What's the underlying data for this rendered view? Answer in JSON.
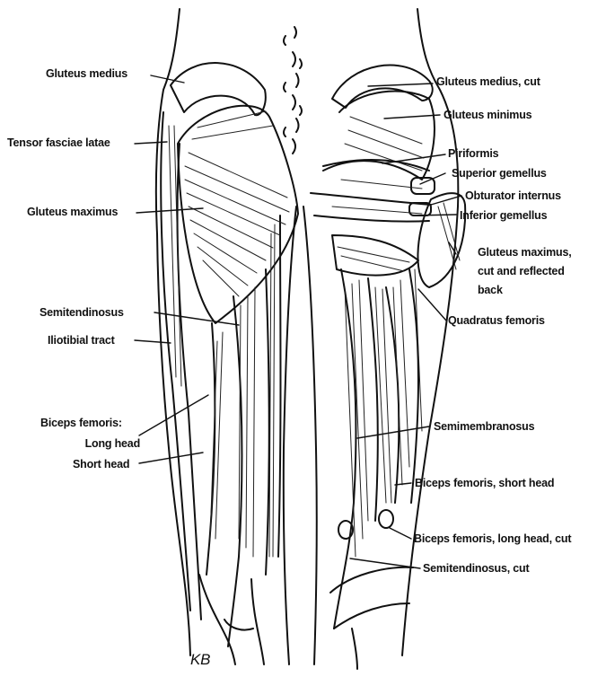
{
  "colors": {
    "ink": "#111111",
    "background": "#ffffff"
  },
  "labels": {
    "left": {
      "gluteus_medius": "Gluteus medius",
      "tensor_fasciae_latae": "Tensor fasciae latae",
      "gluteus_maximus": "Gluteus maximus",
      "semitendinosus": "Semitendinosus",
      "iliotibial_tract": "Iliotibial tract",
      "biceps_femoris": "Biceps femoris:",
      "long_head": "Long head",
      "short_head": "Short head"
    },
    "right": {
      "gluteus_medius_cut": "Gluteus medius, cut",
      "gluteus_minimus": "Gluteus minimus",
      "piriformis": "Piriformis",
      "superior_gemellus": "Superior gemellus",
      "obturator_internus": "Obturator internus",
      "inferior_gemellus": "Inferior gemellus",
      "gluteus_maximus_reflected_1": "Gluteus maximus,",
      "gluteus_maximus_reflected_2": "cut and reflected",
      "gluteus_maximus_reflected_3": "back",
      "quadratus_femoris": "Quadratus femoris",
      "semimembranosus": "Semimembranosus",
      "biceps_femoris_short_head": "Biceps femoris, short head",
      "biceps_femoris_long_head_cut": "Biceps femoris, long head, cut",
      "semitendinosus_cut": "Semitendinosus, cut"
    }
  },
  "signature": "KB"
}
